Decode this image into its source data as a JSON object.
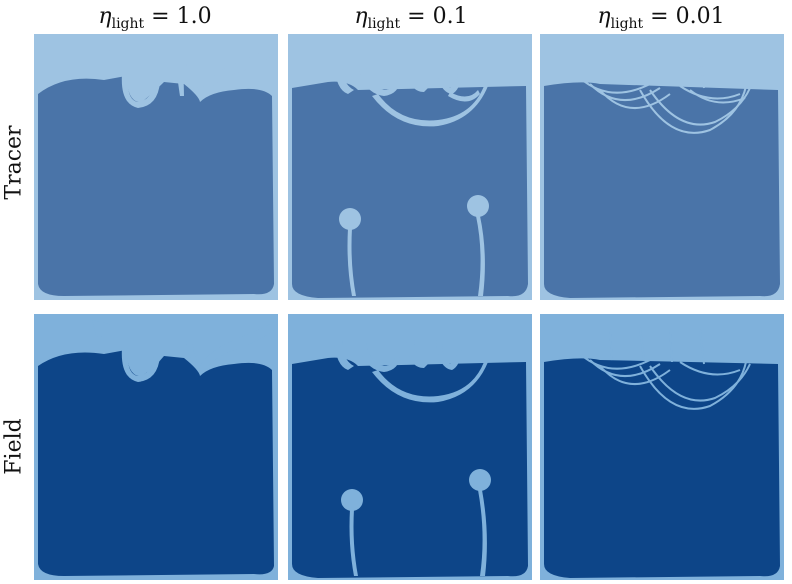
{
  "figure": {
    "columns": [
      {
        "symbol": "η",
        "subscript": "light",
        "relation": " = ",
        "value": "1.0"
      },
      {
        "symbol": "η",
        "subscript": "light",
        "relation": " = ",
        "value": "0.1"
      },
      {
        "symbol": "η",
        "subscript": "light",
        "relation": " = ",
        "value": "0.01"
      }
    ],
    "rows": [
      {
        "label": "Tracer"
      },
      {
        "label": "Field"
      }
    ]
  },
  "colors": {
    "tracer_dark": "#4a74a8",
    "tracer_light": "#9ec3e2",
    "field_dark": "#0d4588",
    "field_light": "#7fb1db"
  }
}
